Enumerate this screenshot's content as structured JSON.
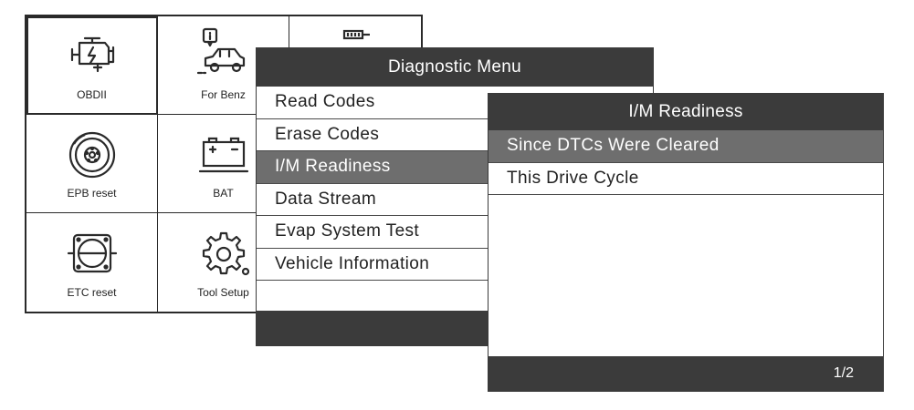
{
  "home": {
    "tiles": [
      {
        "label": "OBDII",
        "icon": "engine-icon",
        "selected": true
      },
      {
        "label": "For Benz",
        "icon": "car-info-icon"
      },
      {
        "label": "",
        "icon": "device-icon"
      },
      {
        "label": "EPB reset",
        "icon": "brake-disc-icon"
      },
      {
        "label": "BAT",
        "icon": "battery-icon"
      },
      {
        "label": "",
        "icon": ""
      },
      {
        "label": "ETC reset",
        "icon": "throttle-body-icon"
      },
      {
        "label": "Tool Setup",
        "icon": "gear-icon"
      },
      {
        "label": "",
        "icon": ""
      }
    ]
  },
  "diagnostic_menu": {
    "title": "Diagnostic Menu",
    "items": [
      {
        "label": "Read Codes"
      },
      {
        "label": "Erase Codes"
      },
      {
        "label": "I/M Readiness",
        "selected": true
      },
      {
        "label": "Data Stream"
      },
      {
        "label": "Evap System Test"
      },
      {
        "label": "Vehicle Information"
      }
    ]
  },
  "im_readiness": {
    "title": "I/M Readiness",
    "items": [
      {
        "label": "Since DTCs Were Cleared",
        "selected": true
      },
      {
        "label": "This Drive Cycle"
      }
    ],
    "page_indicator": "1/2"
  },
  "colors": {
    "title_bar": "#3b3b3b",
    "selection": "#6e6e6e",
    "border": "#2a2a2a"
  }
}
